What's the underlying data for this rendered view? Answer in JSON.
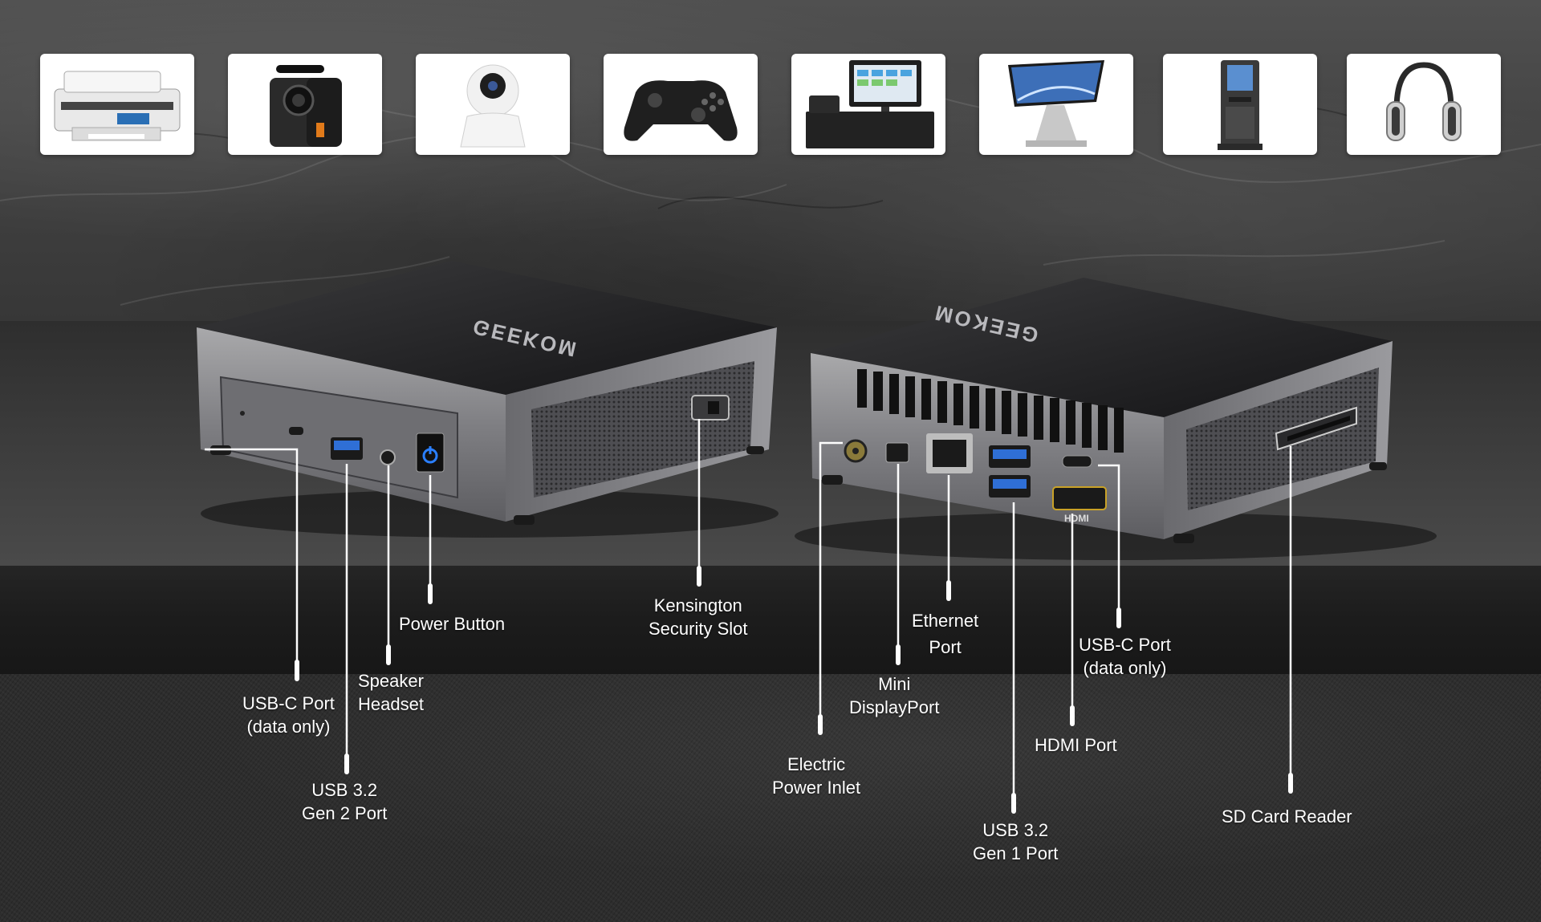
{
  "devices": [
    {
      "name": "printer-icon"
    },
    {
      "name": "projector-icon"
    },
    {
      "name": "security-camera-icon"
    },
    {
      "name": "game-controller-icon"
    },
    {
      "name": "pos-terminal-icon"
    },
    {
      "name": "display-kiosk-icon"
    },
    {
      "name": "self-service-kiosk-icon"
    },
    {
      "name": "headphones-icon"
    }
  ],
  "brand": {
    "logo_text": "GEEKOM"
  },
  "front_labels": {
    "usbc": {
      "line1": "USB-C Port",
      "line2": "(data only)"
    },
    "usb32g2": {
      "line1": "USB 3.2",
      "line2": "Gen 2 Port"
    },
    "audio": {
      "line1": "Speaker",
      "line2": "Headset"
    },
    "power": {
      "line1": "Power Button"
    },
    "kensington": {
      "line1": "Kensington",
      "line2": "Security Slot"
    }
  },
  "back_labels": {
    "power_inlet": {
      "line1": "Electric",
      "line2": "Power Inlet"
    },
    "mini_dp": {
      "line1": "Mini",
      "line2": "DisplayPort"
    },
    "ethernet": {
      "line1": "Ethernet",
      "line2": "Port"
    },
    "usb32g1": {
      "line1": "USB 3.2",
      "line2": "Gen 1 Port"
    },
    "hdmi": {
      "line1": "HDMI Port"
    },
    "usbc": {
      "line1": "USB-C Port",
      "line2": "(data only)"
    },
    "sd": {
      "line1": "SD Card Reader"
    }
  },
  "colors": {
    "callout_line": "#ffffff",
    "power_led": "#2a7fff",
    "usb_blue": "#2f6fd6"
  }
}
